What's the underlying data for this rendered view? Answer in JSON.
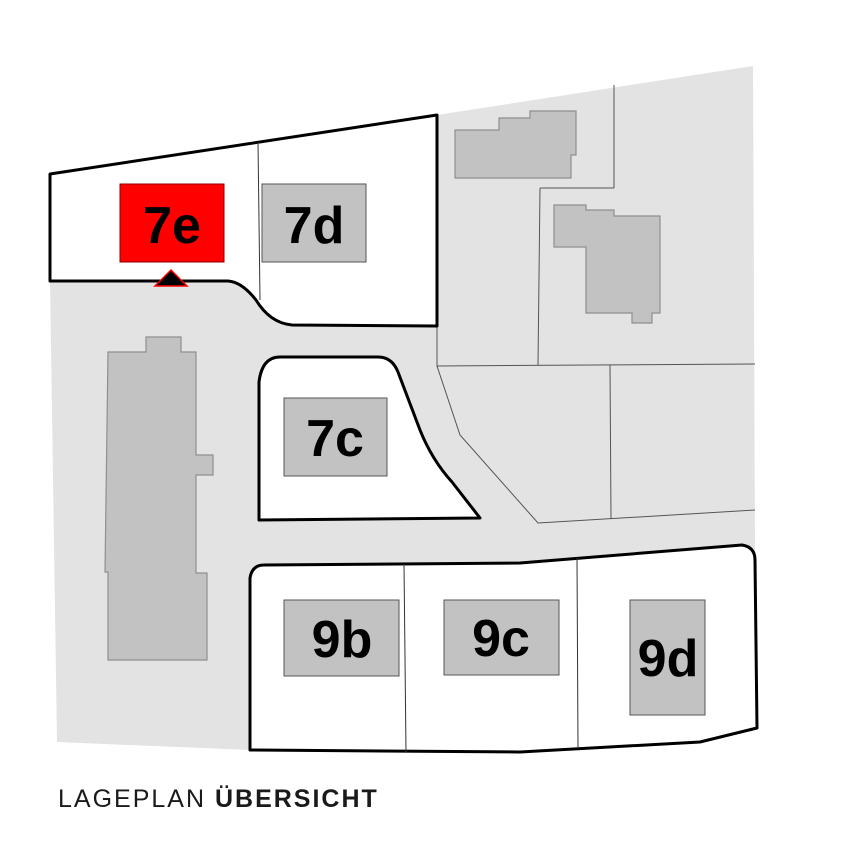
{
  "colors": {
    "ground": "#e3e3e3",
    "parcel_fill": "#ffffff",
    "building_existing": "#c2c2c2",
    "building_existing_stroke": "#8f8f8f",
    "lot_default": "#c2c2c2",
    "lot_highlight": "#ff0000",
    "outline": "#000000"
  },
  "lots": [
    {
      "id": "7e",
      "label": "7e",
      "highlighted": true
    },
    {
      "id": "7d",
      "label": "7d",
      "highlighted": false
    },
    {
      "id": "7c",
      "label": "7c",
      "highlighted": false
    },
    {
      "id": "9b",
      "label": "9b",
      "highlighted": false
    },
    {
      "id": "9c",
      "label": "9c",
      "highlighted": false
    },
    {
      "id": "9d",
      "label": "9d",
      "highlighted": false
    }
  ],
  "caption": {
    "part1": "LAGEPLAN",
    "part2": "ÜBERSICHT"
  }
}
